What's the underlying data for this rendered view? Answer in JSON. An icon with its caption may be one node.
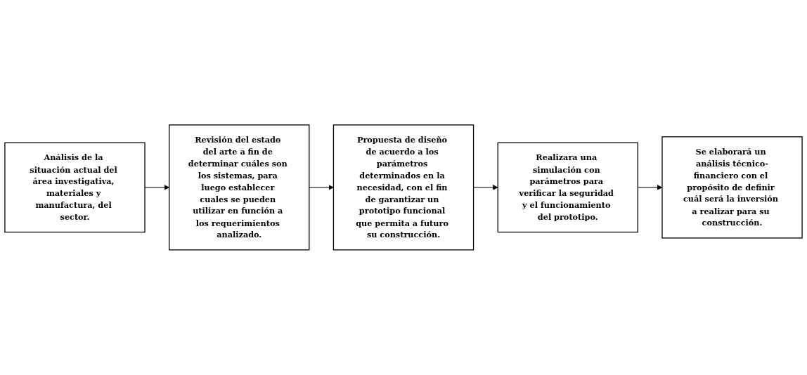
{
  "diagram": {
    "nodes": [
      {
        "text": [
          "Análisis de la situación actual del área investigativa, materiales y manufactura, del sector."
        ]
      },
      {
        "text": [
          "Revisión del estado del arte a fin de determinar cuáles son los sistemas, para luego establecer cuales se pueden utilizar en función a los requerimientos analizado."
        ]
      },
      {
        "text": [
          "Propuesta de diseño de acuerdo a los parámetros determinados en la necesidad, con el fin de garantizar un prototipo funcional que permita a futuro su construcción."
        ]
      },
      {
        "text": [
          "Realizara una simulación con parámetros para verificar la seguridad y el funcionamiento del prototipo."
        ]
      },
      {
        "text": [
          "Se elaborará un análisis técnico-financiero con el propósito de definir cuál será la inversión a realizar para su construcción."
        ]
      }
    ],
    "edges": [
      {
        "from": 0,
        "to": 1,
        "arrow": "to"
      },
      {
        "from": 1,
        "to": 2,
        "arrow": "to"
      },
      {
        "from": 2,
        "to": 3,
        "arrow": "to"
      },
      {
        "from": 3,
        "to": 4,
        "arrow": "to"
      }
    ]
  }
}
